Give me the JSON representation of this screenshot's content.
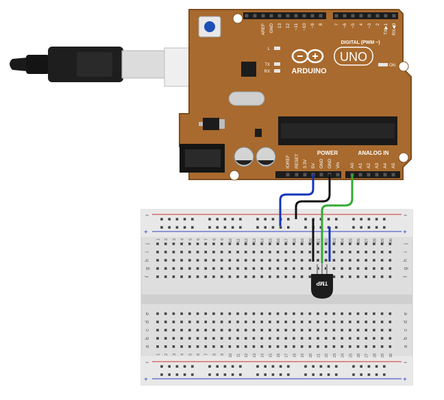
{
  "arduino": {
    "brand_text": "ARDUINO",
    "model_text": "UNO",
    "header_digital_label": "DIGITAL (PWM ~)",
    "header_power_label": "POWER",
    "header_analog_label": "ANALOG IN",
    "on_label": "ON",
    "led_l_label": "L",
    "led_tx_label": "TX",
    "led_rx_label": "RX",
    "top_pin_labels": [
      "AREF",
      "GND",
      "13",
      "12",
      "~11",
      "~10",
      "~9",
      "8",
      "7",
      "~6",
      "~5",
      "4",
      "~3",
      "2",
      "TX▶1",
      "RX◀0"
    ],
    "bottom_pin_labels": [
      "IOREF",
      "RESET",
      "3.3V",
      "5V",
      "GND",
      "GND",
      "Vin",
      "A0",
      "A1",
      "A2",
      "A3",
      "A4",
      "A5"
    ]
  },
  "breadboard": {
    "column_numbers": [
      "1",
      "2",
      "3",
      "4",
      "5",
      "6",
      "7",
      "8",
      "9",
      "10",
      "11",
      "12",
      "13",
      "14",
      "15",
      "16",
      "17",
      "18",
      "19",
      "20",
      "21",
      "22",
      "23",
      "24",
      "25",
      "26",
      "27",
      "28",
      "29",
      "30"
    ],
    "top_row_letters": [
      "j",
      "i",
      "h",
      "g",
      "f"
    ],
    "bottom_row_letters": [
      "e",
      "d",
      "c",
      "b",
      "a"
    ],
    "rail_minus": "−",
    "rail_plus": "+"
  },
  "sensor": {
    "label": "TMP"
  },
  "colors": {
    "board": "#a86a2e",
    "board_dark": "#7e4d1e",
    "wire_blue": "#1133bb",
    "wire_black": "#111111",
    "wire_green": "#33aa33",
    "rail_blue": "#2a3fc8",
    "rail_red": "#d23030"
  }
}
